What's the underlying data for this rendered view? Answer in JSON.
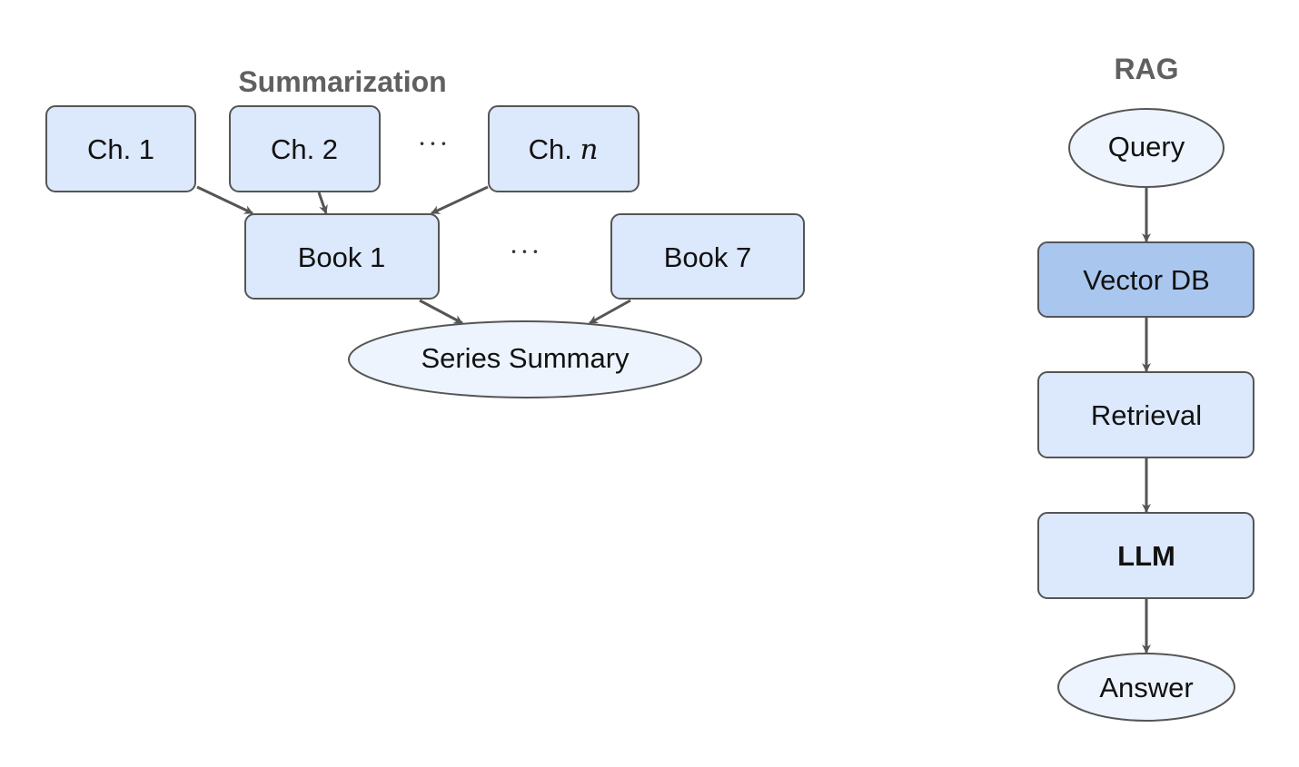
{
  "summarization": {
    "title": "Summarization",
    "chapters": [
      {
        "label": "Ch. 1"
      },
      {
        "label": "Ch. 2"
      },
      {
        "label_prefix": "Ch. ",
        "label_var": "n"
      }
    ],
    "chapter_ellipsis": "···",
    "books": [
      {
        "label": "Book 1"
      },
      {
        "label": "Book 7"
      }
    ],
    "book_ellipsis": "···",
    "result": "Series Summary"
  },
  "rag": {
    "title": "RAG",
    "query": "Query",
    "vector_db": "Vector DB",
    "retrieval": "Retrieval",
    "llm": "LLM",
    "answer": "Answer"
  },
  "colors": {
    "box_fill": "#dce8fb",
    "highlight_fill": "#a9c6ee",
    "ellipse_fill": "#edf4fd",
    "stroke": "#555555",
    "title": "#606060"
  }
}
